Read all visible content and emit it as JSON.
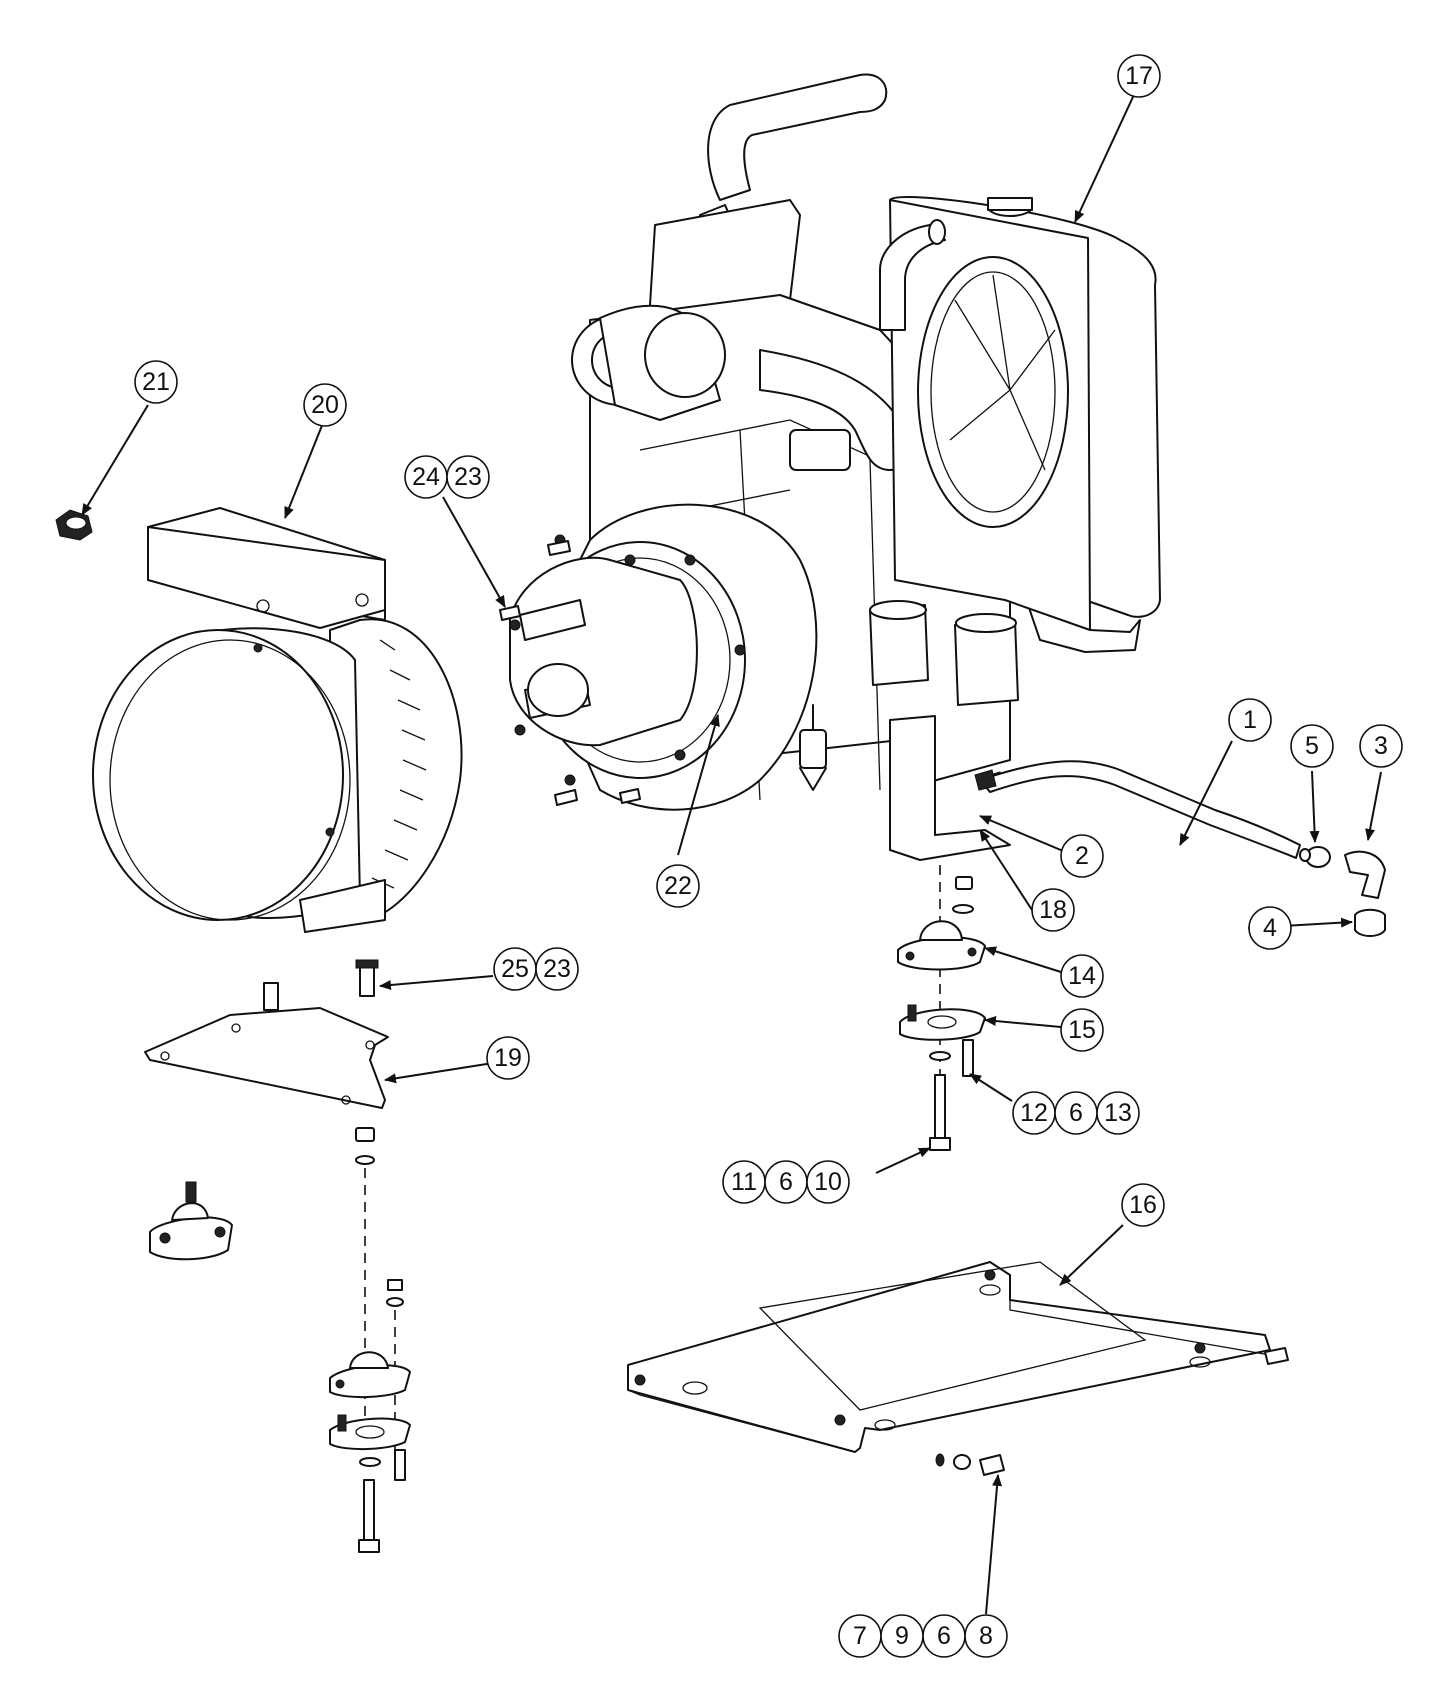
{
  "callouts": [
    {
      "id": "c1",
      "labels": [
        "1"
      ]
    },
    {
      "id": "c2",
      "labels": [
        "2"
      ]
    },
    {
      "id": "c3",
      "labels": [
        "3"
      ]
    },
    {
      "id": "c4",
      "labels": [
        "4"
      ]
    },
    {
      "id": "c5",
      "labels": [
        "5"
      ]
    },
    {
      "id": "c14",
      "labels": [
        "14"
      ]
    },
    {
      "id": "c15",
      "labels": [
        "15"
      ]
    },
    {
      "id": "c16",
      "labels": [
        "16"
      ]
    },
    {
      "id": "c17",
      "labels": [
        "17"
      ]
    },
    {
      "id": "c18",
      "labels": [
        "18"
      ]
    },
    {
      "id": "c19",
      "labels": [
        "19"
      ]
    },
    {
      "id": "c20",
      "labels": [
        "20"
      ]
    },
    {
      "id": "c21",
      "labels": [
        "21"
      ]
    },
    {
      "id": "c22",
      "labels": [
        "22"
      ]
    },
    {
      "id": "c24_23",
      "labels": [
        "24",
        "23"
      ]
    },
    {
      "id": "c25_23",
      "labels": [
        "25",
        "23"
      ]
    },
    {
      "id": "c12_6_13",
      "labels": [
        "12",
        "6",
        "13"
      ]
    },
    {
      "id": "c11_6_10",
      "labels": [
        "11",
        "6",
        "10"
      ]
    },
    {
      "id": "c7_9_6_8",
      "labels": [
        "7",
        "9",
        "6",
        "8"
      ]
    }
  ]
}
